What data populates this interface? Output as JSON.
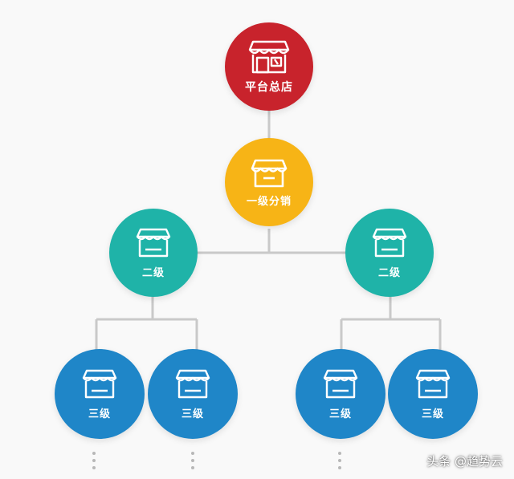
{
  "colors": {
    "root": "#c8232c",
    "level1": "#f7b416",
    "level2": "#1fb3a8",
    "level3": "#1f86c8",
    "connector": "#c9c9c9",
    "icon_stroke": "#ffffff"
  },
  "diagram": {
    "root": {
      "label": "平台总店",
      "icon": "storefront-icon"
    },
    "level1": {
      "label": "一级分销",
      "icon": "shop-awning-icon"
    },
    "level2": [
      {
        "label": "二级",
        "icon": "shop-icon"
      },
      {
        "label": "二级",
        "icon": "shop-icon"
      }
    ],
    "level3": [
      {
        "label": "三级",
        "icon": "shop-icon"
      },
      {
        "label": "三级",
        "icon": "shop-icon"
      },
      {
        "label": "三级",
        "icon": "shop-icon"
      },
      {
        "label": "三级",
        "icon": "shop-icon"
      }
    ]
  },
  "watermark": "头条 @趋势云"
}
